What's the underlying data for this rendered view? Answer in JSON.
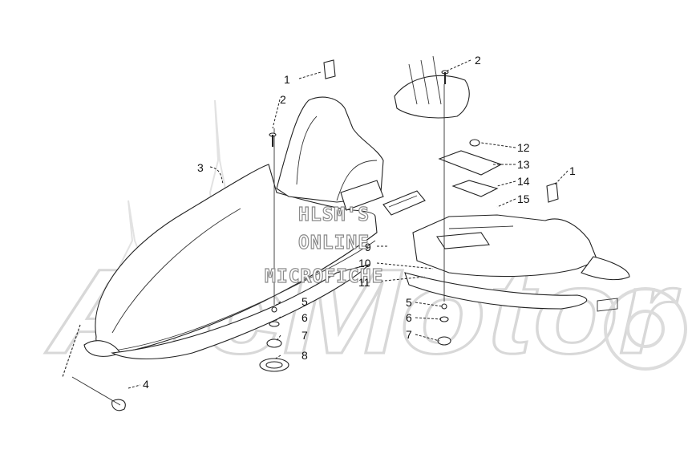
{
  "diagram": {
    "watermark": {
      "lines": [
        "HLSM'S",
        "ONLINE",
        "MICROFICHE"
      ],
      "logo": "ArcMotor"
    },
    "callouts": [
      {
        "id": "c1a",
        "label": "1"
      },
      {
        "id": "c2a",
        "label": "2"
      },
      {
        "id": "c3",
        "label": "3"
      },
      {
        "id": "c4",
        "label": "4"
      },
      {
        "id": "c5a",
        "label": "5"
      },
      {
        "id": "c6a",
        "label": "6"
      },
      {
        "id": "c7a",
        "label": "7"
      },
      {
        "id": "c8",
        "label": "8"
      },
      {
        "id": "c9",
        "label": "9"
      },
      {
        "id": "c10",
        "label": "10"
      },
      {
        "id": "c11",
        "label": "11"
      },
      {
        "id": "c2b",
        "label": "2"
      },
      {
        "id": "c12",
        "label": "12"
      },
      {
        "id": "c13",
        "label": "13"
      },
      {
        "id": "c14",
        "label": "14"
      },
      {
        "id": "c15",
        "label": "15"
      },
      {
        "id": "c1b",
        "label": "1"
      },
      {
        "id": "c5b",
        "label": "5"
      },
      {
        "id": "c6b",
        "label": "6"
      },
      {
        "id": "c7b",
        "label": "7"
      }
    ]
  }
}
